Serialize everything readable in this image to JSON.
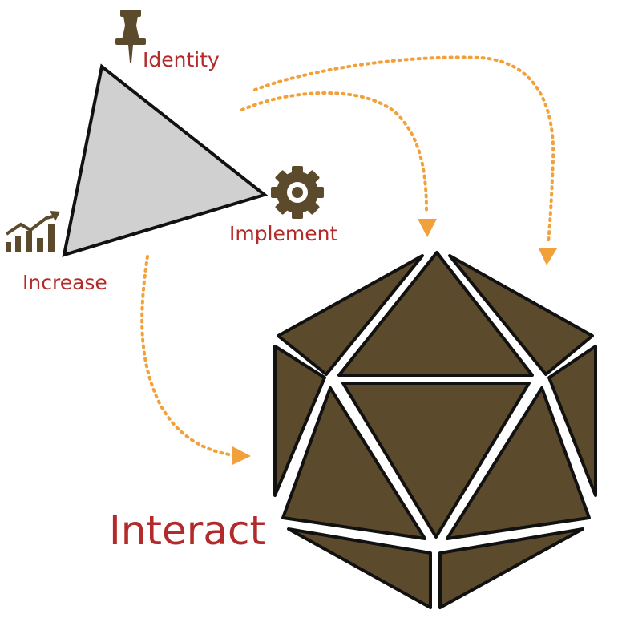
{
  "colors": {
    "label": "#b32a2a",
    "arrow": "#f2a03a",
    "icon": "#5c4a2d",
    "triangle_fill": "#d0d0d0",
    "outline": "#111111",
    "face": "#5c4a2d"
  },
  "labels": {
    "identity": "Identity",
    "implement": "Implement",
    "increase": "Increase",
    "interact": "Interact"
  },
  "icons": {
    "identity": "pushpin-icon",
    "implement": "gear-icon",
    "increase": "bar-chart-trend-icon"
  }
}
